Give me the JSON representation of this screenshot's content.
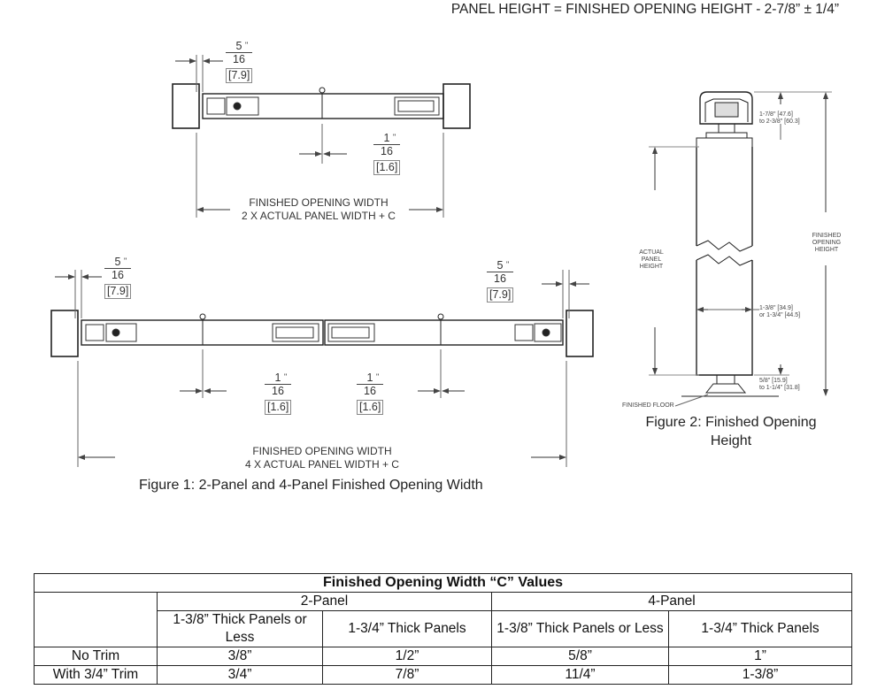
{
  "header": {
    "formula": "PANEL HEIGHT = FINISHED OPENING HEIGHT - 2-7/8” ± 1/4”"
  },
  "figure1": {
    "top": {
      "gap_left": {
        "num": "5",
        "den": "16",
        "mm": "7.9"
      },
      "gap_mid": {
        "num": "1",
        "den": "16",
        "mm": "1.6"
      },
      "width_label_1": "FINISHED OPENING WIDTH",
      "width_label_2": "2 X ACTUAL PANEL WIDTH + C"
    },
    "bottom": {
      "gap_left": {
        "num": "5",
        "den": "16",
        "mm": "7.9"
      },
      "gap_right": {
        "num": "5",
        "den": "16",
        "mm": "7.9"
      },
      "gap_mid_left": {
        "num": "1",
        "den": "16",
        "mm": "1.6"
      },
      "gap_mid_right": {
        "num": "1",
        "den": "16",
        "mm": "1.6"
      },
      "width_label_1": "FINISHED OPENING WIDTH",
      "width_label_2": "4 X ACTUAL PANEL WIDTH + C"
    },
    "caption": "Figure 1: 2-Panel and 4-Panel Finished Opening Width"
  },
  "figure2": {
    "dim_top_1": "1-7/8\" [47.6]",
    "dim_top_2": "to 2-3/8\" [60.3]",
    "dim_mid_1": "1-3/8\" [34.9]",
    "dim_mid_2": "or 1-3/4\" [44.5]",
    "dim_bot_1": "5/8\" [15.9]",
    "dim_bot_2": "to 1-1/4\" [31.8]",
    "actual_1": "ACTUAL",
    "actual_2": "PANEL",
    "actual_3": "HEIGHT",
    "finished_1": "FINISHED",
    "finished_2": "OPENING",
    "finished_3": "HEIGHT",
    "floor": "FINISHED FLOOR",
    "caption_1": "Figure 2: Finished Opening",
    "caption_2": "Height"
  },
  "table": {
    "title": "Finished Opening Width “C” Values",
    "group_2panel": "2-Panel",
    "group_4panel": "4-Panel",
    "col_headers": [
      "1-3/8” Thick Panels or Less",
      "1-3/4” Thick Panels",
      "1-3/8” Thick Panels or Less",
      "1-3/4” Thick Panels"
    ],
    "rows": [
      {
        "label": "No Trim",
        "values": [
          "3/8”",
          "1/2”",
          "5/8”",
          "1”"
        ]
      },
      {
        "label": "With 3/4” Trim",
        "values": [
          "3/4”",
          "7/8”",
          "11/4”",
          "1-3/8”"
        ]
      }
    ]
  }
}
